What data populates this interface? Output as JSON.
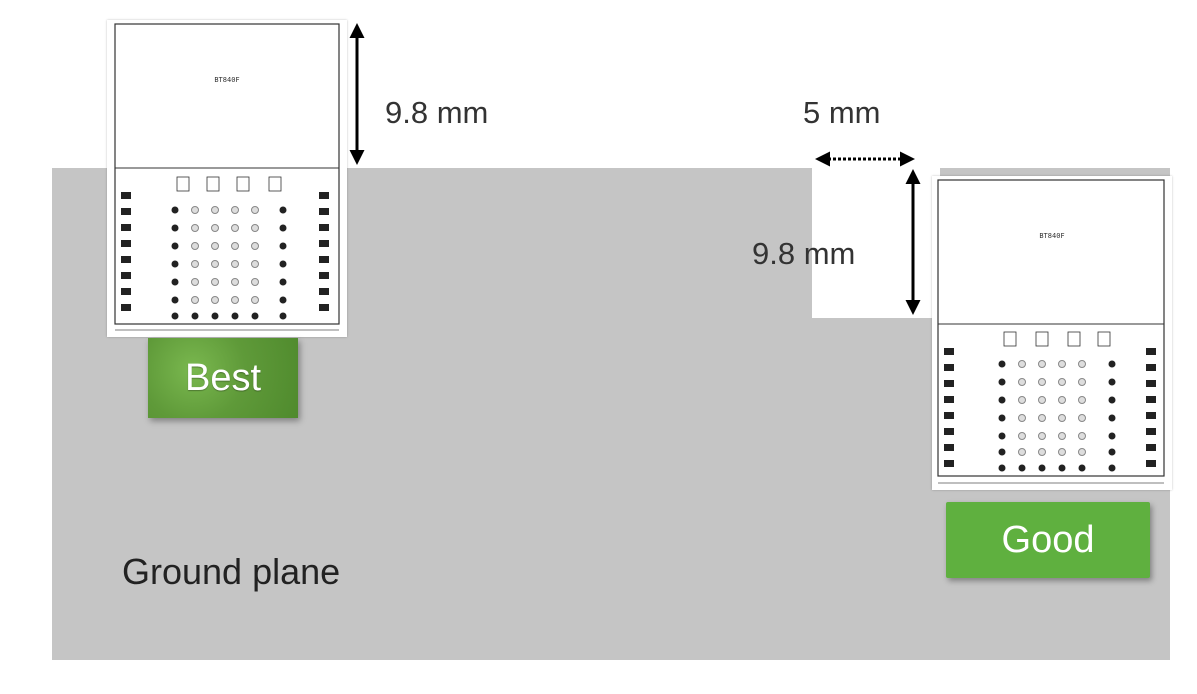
{
  "labels": {
    "ground_plane": "Ground plane",
    "height_left": "9.8 mm",
    "gap": "5 mm",
    "height_right": "9.8 mm",
    "rating_best": "Best",
    "rating_good": "Good",
    "module_chip": "BT840F"
  },
  "colors": {
    "ground": "#c5c5c5",
    "best_green": "#5f9a39",
    "good_green": "#5fb03f"
  }
}
